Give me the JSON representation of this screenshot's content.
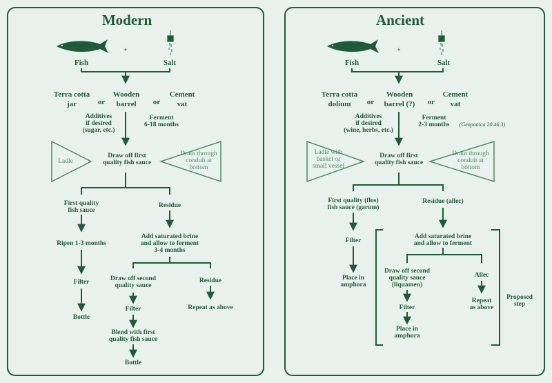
{
  "colors": {
    "background": "#e8f1ec",
    "ink": "#1f5a3a",
    "light": "#4a8a67"
  },
  "modern": {
    "title": "Modern",
    "plus": "+",
    "fish": "Fish",
    "salt": "Salt",
    "container1": "Terra cotta\njar",
    "or1": "or",
    "container2": "Wooden\nbarrel",
    "or2": "or",
    "container3": "Cement\nvat",
    "additives": "Additives\nif desired\n(sugar, etc.)",
    "ferment": "Ferment\n6-18 months",
    "ladle": "Ladle",
    "draw_off": "Draw off first\nquality fish sauce",
    "drain": "Drain through\nconduit at\nbottom",
    "first_quality": "First quality\nfish sauce",
    "residue": "Residue",
    "ripen": "Ripen 1-3 months",
    "add_brine": "Add saturated brine\nand allow to ferment\n3-4 months",
    "filter1": "Filter",
    "draw_second": "Draw off second\nquality sauce",
    "residue2": "Residue",
    "filter2": "Filter",
    "repeat": "Repeat as above",
    "bottle1": "Bottle",
    "blend": "Blend with first\nquality fish sauce",
    "bottle2": "Bottle"
  },
  "ancient": {
    "title": "Ancient",
    "plus": "+",
    "fish": "Fish",
    "salt": "Salt",
    "container1": "Terra cotta\ndolium",
    "or1": "or",
    "container2": "Wooden\nbarrel (?)",
    "or2": "or",
    "container3": "Cement\nvat",
    "additives": "Additives\nif desired\n(wine, herbs, etc.)",
    "ferment": "Ferment\n2-3 months",
    "citation": "(Geoponica 20.46.3)",
    "ladle": "Ladle with\nbasket or\nsmall vessel",
    "draw_off": "Draw off first\nquality fish sauce",
    "drain": "Drain through\nconduit at\nbottom",
    "first_quality": "First quality (flos)\nfish sauce (garum)",
    "residue": "Residue (allec)",
    "filter": "Filter",
    "add_brine": "Add saturated brine\nand allow to ferment",
    "place1": "Place in\namphora",
    "draw_second": "Draw off second\nquality sauce\n(liquamen)",
    "allec": "Allec",
    "filter2": "Filter",
    "repeat": "Repeat\nas above",
    "place2": "Place in\namphora",
    "proposed": "Proposed\nstep"
  }
}
